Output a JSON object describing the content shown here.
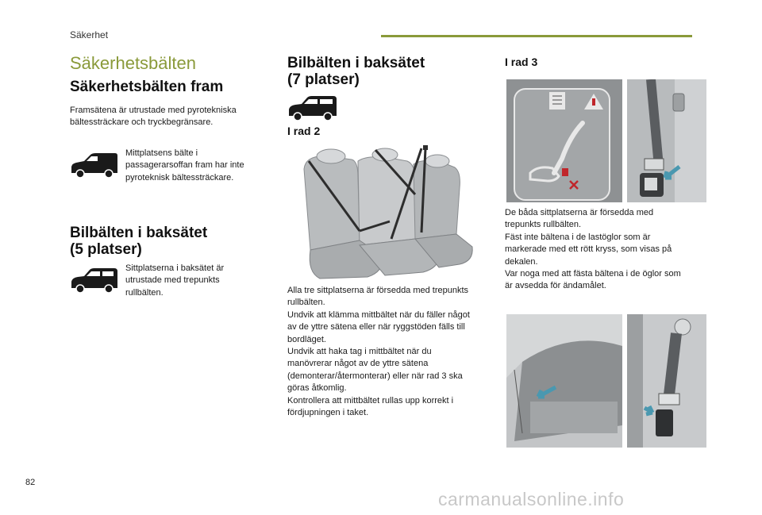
{
  "header": {
    "section_label": "Säkerhet",
    "accent_color": "#8a9a3a"
  },
  "page": {
    "title": "Säkerhetsbälten",
    "number": "82",
    "watermark": "carmanualsonline.info"
  },
  "col1": {
    "front": {
      "heading": "Säkerhetsbälten fram",
      "intro": "Framsätena är utrustade med pyrotekniska bältessträckare och tryckbegränsare.",
      "note_lines": [
        "Mittplatsens bälte i",
        "passagerarsoffan fram har inte",
        "pyroteknisk bältessträckare."
      ]
    },
    "rear5": {
      "heading_lines": [
        "Bilbälten i baksätet",
        "(5 platser)"
      ],
      "note_lines": [
        "Sittplatserna i baksätet är",
        "utrustade med trepunkts",
        "rullbälten."
      ]
    }
  },
  "col2": {
    "heading_lines": [
      "Bilbälten i baksätet",
      "(7 platser)"
    ],
    "row2": {
      "heading": "I rad 2",
      "lines": [
        "Alla tre sittplatserna är försedda med trepunkts",
        "rullbälten.",
        "Undvik att klämma mittbältet när du fäller något",
        "av de yttre sätena eller när ryggstöden fälls till",
        "bordläget.",
        "Undvik att haka tag i mittbältet när du",
        "manövrerar något av de yttre sätena",
        "(demonterar/återmonterar) eller när rad 3 ska",
        "göras åtkomlig.",
        "Kontrollera att mittbältet rullas upp korrekt i",
        "fördjupningen i taket."
      ]
    }
  },
  "col3": {
    "row3": {
      "heading": "I rad 3",
      "lines": [
        "De båda sittplatserna är försedda med",
        "trepunkts rullbälten.",
        "Fäst inte bältena i de lastöglor som är",
        "markerade med ett rött kryss, som visas på",
        "dekalen.",
        "Var noga med att fästa bältena i de öglor som",
        "är avsedda för ändamålet."
      ]
    }
  }
}
